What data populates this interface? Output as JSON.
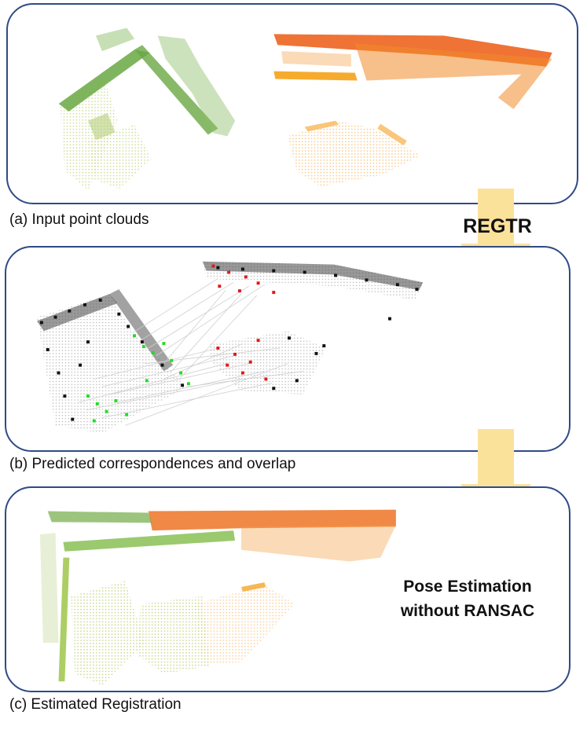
{
  "captions": {
    "a": "(a) Input point clouds",
    "b": "(b) Predicted correspondences and overlap",
    "c": "(c) Estimated Registration"
  },
  "labels": {
    "method": "REGTR",
    "pose_line1": "Pose Estimation",
    "pose_line2": "without RANSAC"
  },
  "colors": {
    "panel_border": "#2f4a86",
    "arrow_fill": "#fbe29a",
    "source_cloud_dark": "#5b9a3a",
    "source_cloud_light": "#dfe6a8",
    "target_cloud_dark": "#e8500c",
    "target_cloud_light": "#fbd79a",
    "keypoint": "#000000",
    "overlap_source": "#22dd22",
    "overlap_target": "#e01818",
    "correspondence_line": "#cfcfcf"
  }
}
